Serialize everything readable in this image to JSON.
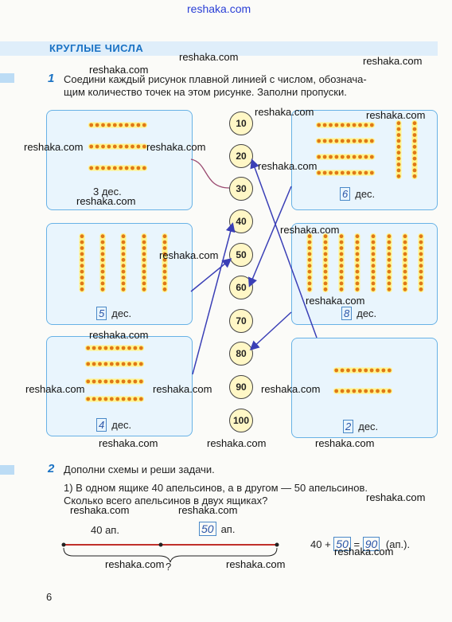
{
  "watermark": "reshaka.com",
  "section_title": "КРУГЛЫЕ ЧИСЛА",
  "task1": {
    "number": "1",
    "line1": "Соедини каждый рисунок плавной линией с числом, обознача-",
    "line2": "щим количество точек на этом рисунке. Заполни пропуски.",
    "unit": "дес.",
    "panels": [
      {
        "id": "p3",
        "value": "3",
        "text": "3 дес."
      },
      {
        "id": "p5",
        "value": "5"
      },
      {
        "id": "p4",
        "value": "4"
      },
      {
        "id": "p6",
        "value": "6"
      },
      {
        "id": "p8",
        "value": "8"
      },
      {
        "id": "p2",
        "value": "2"
      }
    ],
    "numbers": [
      "10",
      "20",
      "30",
      "40",
      "50",
      "60",
      "70",
      "80",
      "90",
      "100"
    ]
  },
  "task2": {
    "number": "2",
    "heading": "Дополни схемы и реши задачи.",
    "problem_line1": "1) В одном ящике 40 апельсинов, а в другом — 50 апельсинов.",
    "problem_line2": "Сколько всего апельсинов в двух ящиках?",
    "seg1_label": "40 ап.",
    "seg2_value": "50",
    "seg2_unit": "ап.",
    "question_mark": "?",
    "eq_a": "40 +",
    "eq_b": "50",
    "eq_eq": "=",
    "eq_c": "90",
    "eq_unit": "(ап.)."
  },
  "page_number": "6",
  "colors": {
    "dot": "#e07818",
    "panel_border": "#68b2e6",
    "panel_fill": "#e9f5fd",
    "line": "#3a3fb6",
    "segment": "#c0302a",
    "title": "#1a72c4"
  }
}
